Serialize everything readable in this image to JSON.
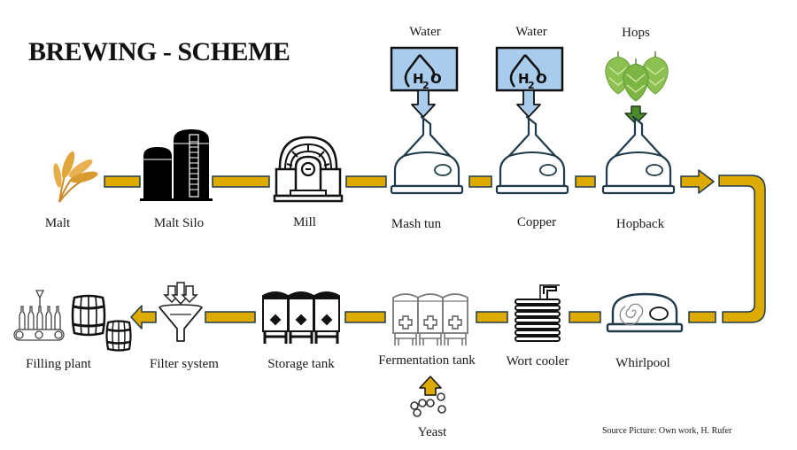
{
  "title": "BREWING - SCHEME",
  "colors": {
    "pipe_fill": "#DDAB00",
    "pipe_edge": "#1F3A4A",
    "water_box": "#A9CBEC",
    "hop_arrow": "#4A8A2A",
    "hops_green": "#8CC152",
    "malt_gold": "#E0A53A",
    "icon_dark": "#1F3A4A"
  },
  "inputs": [
    {
      "label": "Water",
      "icon": "h2o-icon",
      "feeds": "Mash tun"
    },
    {
      "label": "Water",
      "icon": "h2o-icon",
      "feeds": "Copper"
    },
    {
      "label": "Hops",
      "icon": "hops-icon",
      "feeds": "Hopback"
    },
    {
      "label": "Yeast",
      "icon": "yeast-icon",
      "feeds": "Fermentation tank"
    }
  ],
  "stages": [
    {
      "label": "Malt",
      "icon": "wheat-icon"
    },
    {
      "label": "Malt Silo",
      "icon": "silo-icon"
    },
    {
      "label": "Mill",
      "icon": "mill-icon"
    },
    {
      "label": "Mash tun",
      "icon": "kettle-icon"
    },
    {
      "label": "Copper",
      "icon": "kettle-icon"
    },
    {
      "label": "Hopback",
      "icon": "kettle-icon"
    },
    {
      "label": "Whirlpool",
      "icon": "whirlpool-icon"
    },
    {
      "label": "Wort cooler",
      "icon": "coil-icon"
    },
    {
      "label": "Fermentation tank",
      "icon": "fermentation-tanks-icon"
    },
    {
      "label": "Storage tank",
      "icon": "storage-tanks-icon"
    },
    {
      "label": "Filter system",
      "icon": "funnel-icon"
    },
    {
      "label": "Filling plant",
      "icon": "bottling-icon"
    }
  ],
  "source": "Source Picture: Own work, H. Rufer"
}
